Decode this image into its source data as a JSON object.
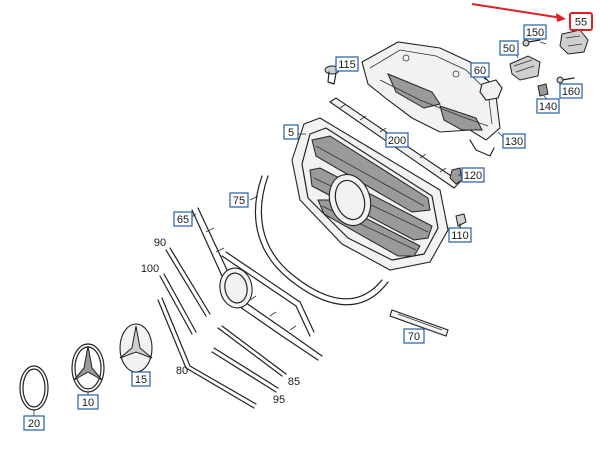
{
  "diagram": {
    "labels": {
      "p5": "5",
      "p10": "10",
      "p15": "15",
      "p20": "20",
      "p50": "50",
      "p55": "55",
      "p60": "60",
      "p65": "65",
      "p70": "70",
      "p75": "75",
      "p80": "80",
      "p85": "85",
      "p90": "90",
      "p95": "95",
      "p100": "100",
      "p110": "110",
      "p115": "115",
      "p120": "120",
      "p130": "130",
      "p140": "140",
      "p150": "150",
      "p160": "160",
      "p200": "200"
    },
    "colors": {
      "box_border": "#1f5fa8",
      "highlight": "#e02020",
      "line": "#222222"
    },
    "highlighted_part": "55"
  }
}
